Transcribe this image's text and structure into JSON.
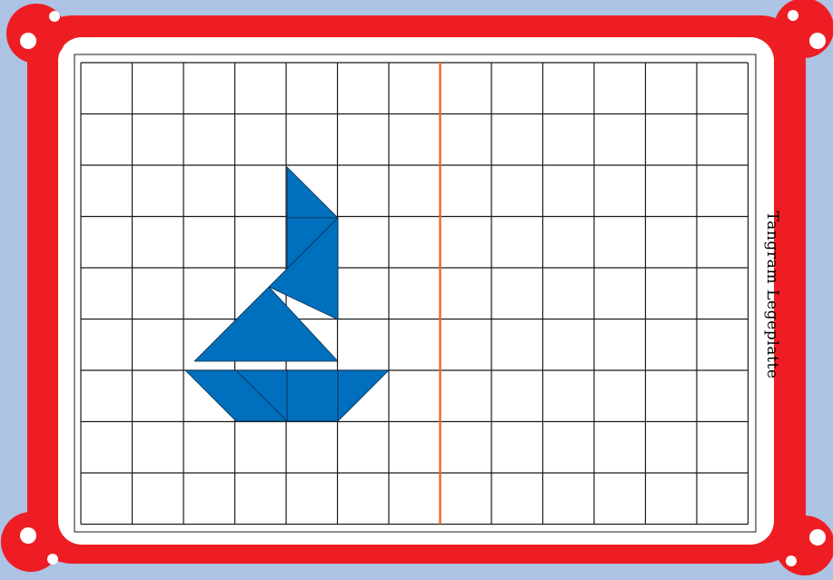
{
  "board": {
    "title": "Tangram Legeplatte"
  },
  "grid": {
    "columns": 13,
    "rows": 9,
    "divider_after_column": 7
  },
  "figure": {
    "depicts": "sailboat",
    "piece_count": 7
  },
  "colors": {
    "background": "#adc3e3",
    "frame": "#ee1d23",
    "board": "#ffffff",
    "grid_lines": "#1a1a1a",
    "divider": "#f26522",
    "pieces": "#006fbd",
    "piece_edges": "#0a2c4a"
  }
}
